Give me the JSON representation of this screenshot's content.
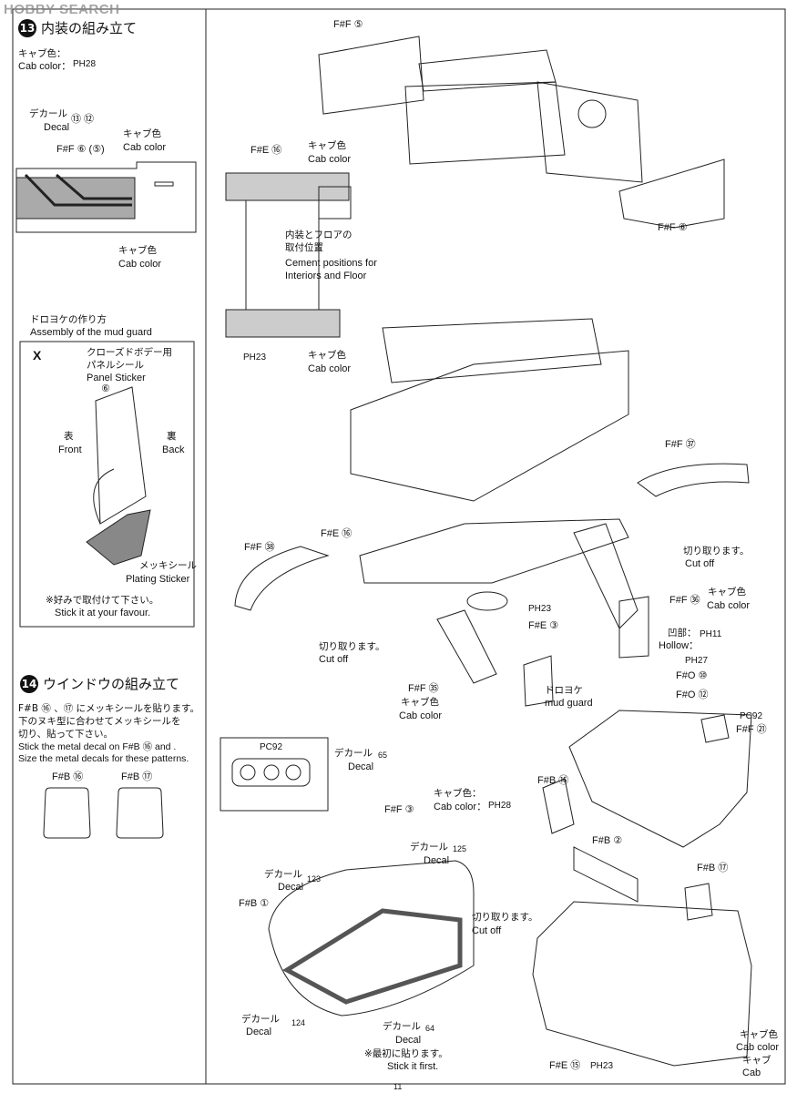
{
  "watermark": "HOBBY SEARCH",
  "page_number": "11",
  "step13": {
    "number": "13",
    "title": "内装の組み立て",
    "cab_color_jp": "キャブ色：",
    "cab_color_en": "Cab color：",
    "cab_paint": "PH28",
    "decal_jp": "デカール",
    "decal_en": "Decal",
    "decal_nums": "⑬ ⑫",
    "part_ff65": "F#F ⑥ (⑤)",
    "cab_color_a_jp": "キャブ色",
    "cab_color_a_en": "Cab color",
    "cab_color_b_jp": "キャブ色",
    "cab_color_b_en": "Cab color"
  },
  "mudguard": {
    "title_jp": "ドロヨケの作り方",
    "title_en": "Assembly of the mud guard",
    "mark": "X",
    "panel_jp1": "クローズドボデー用",
    "panel_jp2": "パネルシール",
    "panel_en": "Panel Sticker",
    "panel_num": "⑥",
    "front_jp": "表",
    "front_en": "Front",
    "back_jp": "裏",
    "back_en": "Back",
    "plating_jp": "メッキシール",
    "plating_en": "Plating Sticker",
    "note_jp": "※好みで取付けて下さい。",
    "note_en": "Stick it at your favour."
  },
  "step14": {
    "number": "14",
    "title": "ウインドウの組み立て",
    "line1": "F#B ⑯ 、⑰ にメッキシールを貼ります。",
    "line2": "下のヌキ型に合わせてメッキシールを",
    "line3": "切り、貼って下さい。",
    "line4": "Stick the metal decal on F#B ⑯ and  .",
    "line5": "Size the metal decals for these patterns.",
    "pattern1": "F#B ⑯",
    "pattern2": "F#B ⑰"
  },
  "right": {
    "ff5": "F#F ⑤",
    "fe16_top": "F#E ⑯",
    "cab1_jp": "キャブ色",
    "cab1_en": "Cab color",
    "cement_jp1": "内装とフロアの",
    "cement_jp2": "取付位置",
    "cement_en1": "Cement positions for",
    "cement_en2": "Interiors and Floor",
    "ph23_a": "PH23",
    "cab2_jp": "キャブ色",
    "cab2_en": "Cab color",
    "ff6": "F#F ⑥",
    "ff37": "F#F ㊲",
    "fe16": "F#E ⑯",
    "ff38": "F#F ㊳",
    "cut1_jp": "切り取ります。",
    "cut1_en": "Cut off",
    "ff36": "F#F ㊱",
    "cab3_jp": "キャブ色",
    "cab3_en": "Cab color",
    "ph23_b": "PH23",
    "fe3": "F#E ③",
    "hollow_jp": "凹部：",
    "hollow_en": "Hollow：",
    "ph11": "PH11",
    "ph27": "PH27",
    "fo10": "F#O ⑩",
    "fo12": "F#O ⑫",
    "cut2_jp": "切り取ります。",
    "cut2_en": "Cut off",
    "mud_jp": "ドロヨケ",
    "mud_en": "mud guard",
    "ff35": "F#F ㉟",
    "cab4_jp": "キャブ色",
    "cab4_en": "Cab color",
    "pc92_a": "PC92",
    "ff21": "F#F ㉑",
    "pc92_b": "PC92",
    "decal65_jp": "デカール",
    "decal65_en": "Decal",
    "decal65_num": "65",
    "ff3": "F#F ③",
    "cab5_jp": "キャブ色：",
    "cab5_en": "Cab color：",
    "ph28": "PH28",
    "fb16": "F#B ⑯",
    "fb2": "F#B ②",
    "decal125_jp": "デカール",
    "decal125_en": "Decal",
    "decal125_num": "125",
    "decal123_jp": "デカール",
    "decal123_en": "Decal",
    "decal123_num": "123",
    "fb1": "F#B ①",
    "fb17": "F#B ⑰",
    "cut3_jp": "切り取ります。",
    "cut3_en": "Cut off",
    "decal124_jp": "デカール",
    "decal124_en": "Decal",
    "decal124_num": "124",
    "decal64_jp": "デカール",
    "decal64_en": "Decal",
    "decal64_num": "64",
    "first_jp": "※最初に貼ります。",
    "first_en": "Stick it first.",
    "fe15": "F#E ⑮",
    "ph23_c": "PH23",
    "cab6_jp": "キャブ色",
    "cab6_en": "Cab color",
    "cab7_jp": "キャブ",
    "cab7_en": "Cab"
  }
}
